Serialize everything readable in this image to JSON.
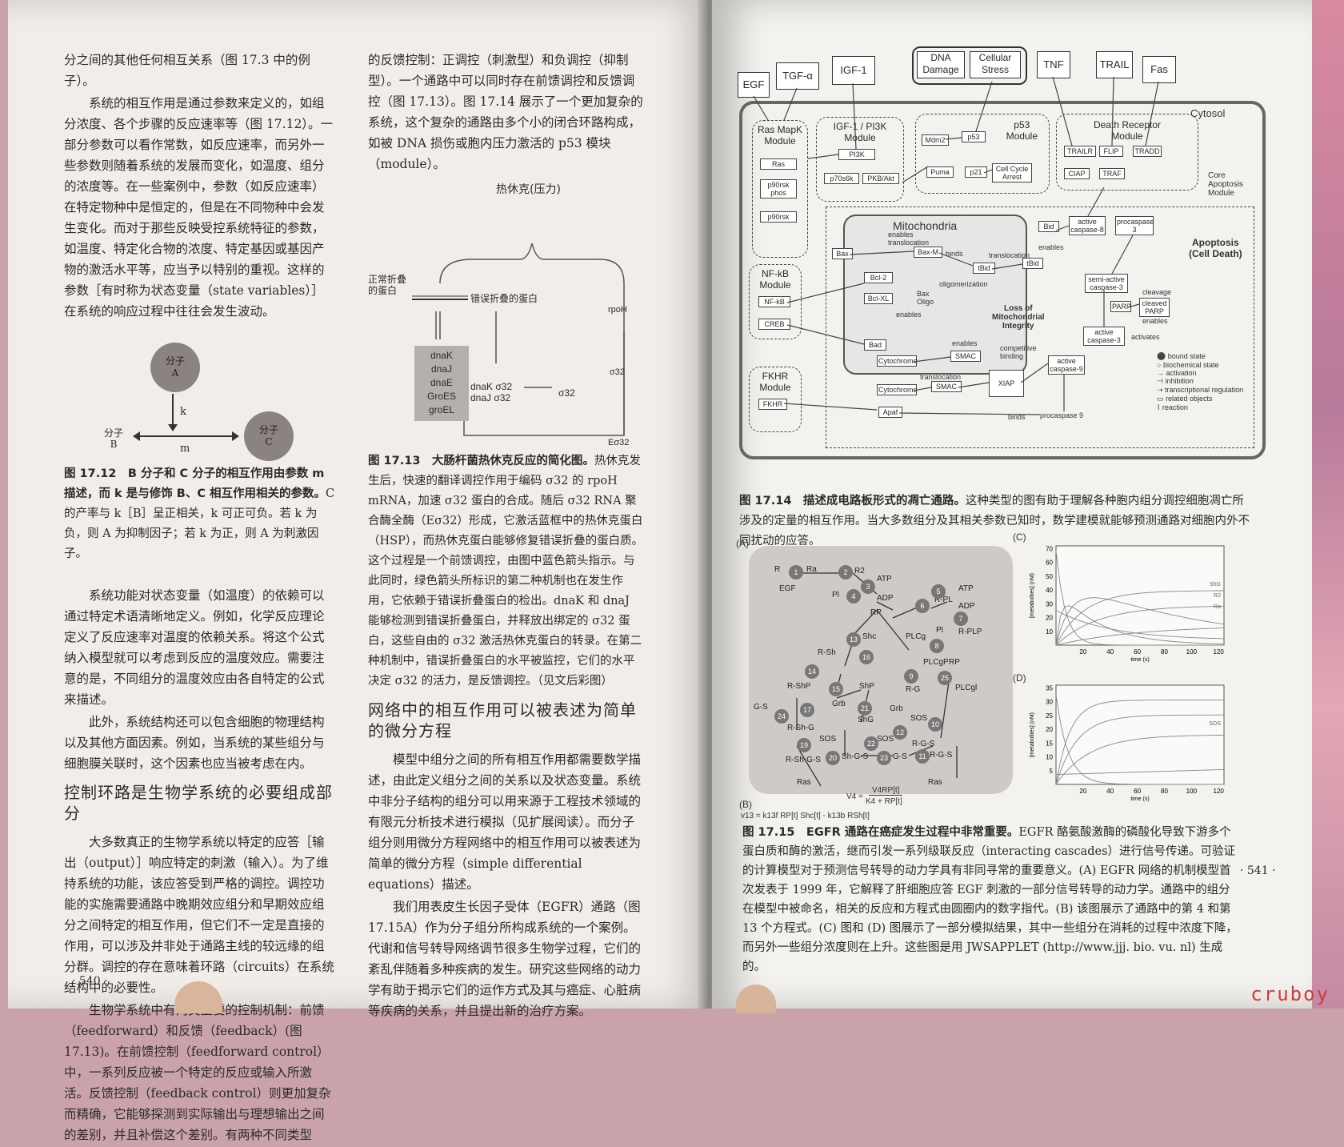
{
  "left_col1": {
    "paras": [
      "分之间的其他任何相互关系（图 17.3 中的例子）。",
      "系统的相互作用是通过参数来定义的，如组分浓度、各个步骤的反应速率等（图 17.12）。一部分参数可以看作常数，如反应速率，而另外一些参数则随着系统的发展而变化，如温度、组分的浓度等。在一些案例中，参数（如反应速率）在特定物种中是恒定的，但是在不同物种中会发生变化。而对于那些反映受控系统特征的参数，如温度、特定化合物的浓度、特定基因或基因产物的激活水平等，应当予以特别的重视。这样的参数［有时称为状态变量（state variables）］在系统的响应过程中往往会发生波动。"
    ],
    "fig12": {
      "mol_a": "分子\nA",
      "mol_b": "分子\nB",
      "mol_c": "分子\nC",
      "k": "k",
      "m": "m",
      "caption_head": "图 17.12　B 分子和 C 分子的相互作用由参数 m 描述，而 k 是与修饰 B、C 相互作用相关的参数。",
      "caption_body": "C 的产率与 k［B］呈正相关，k 可正可负。若 k 为负，则 A 为抑制因子；若 k 为正，则 A 为刺激因子。"
    },
    "paras2": [
      "系统功能对状态变量（如温度）的依赖可以通过特定术语清晰地定义。例如，化学反应理论定义了反应速率对温度的依赖关系。将这个公式纳入模型就可以考虑到反应的温度效应。需要注意的是，不同组分的温度效应由各自特定的公式来描述。",
      "此外，系统结构还可以包含细胞的物理结构以及其他方面因素。例如，当系统的某些组分与细胞膜关联时，这个因素也应当被考虑在内。"
    ],
    "heading": "控制环路是生物学系统的必要组成部分",
    "paras3": [
      "大多数真正的生物学系统以特定的应答［输出（output）］响应特定的刺激（输入）。为了维持系统的功能，该应答受到严格的调控。调控功能的实施需要通路中晚期效应组分和早期效应组分之间特定的相互作用，但它们不一定是直接的作用，可以涉及并非处于通路主线的较远缘的组分群。调控的存在意味着环路（circuits）在系统结构中的必要性。",
      "生物学系统中有两类主要的控制机制：前馈（feedforward）和反馈（feedback）(图 17.13)。在前馈控制（feedforward control）中，一系列反应被一个特定的反应或输入所激活。反馈控制（feedback control）则更加复杂而精确，它能够探测到实际输出与理想输出之间的差别，并且补偿这个差别。有两种不同类型"
    ],
    "page_num": "· 540 ·"
  },
  "left_col2": {
    "paras": [
      "的反馈控制：正调控（刺激型）和负调控（抑制型）。一个通路中可以同时存在前馈调控和反馈调控（图 17.13）。图 17.14 展示了一个更加复杂的系统，这个复杂的通路由多个小的闭合环路构成，如被 DNA 损伤或胞内压力激活的 p53 模块（module）。"
    ],
    "fig13": {
      "top_label": "热休克(压力)",
      "normal": "正常折叠\n的蛋白",
      "misfold": "错误折叠的蛋白",
      "chaperones": [
        "dnaK",
        "dnaJ",
        "dnaE",
        "GroES",
        "groEL"
      ],
      "rpoH": "rpoH",
      "sigma1": "σ32",
      "dnak_sigma": "dnaK σ32\ndnaJ σ32",
      "sigma2": "σ32",
      "esigma": "Eσ32",
      "caption_head": "图 17.13　大肠杆菌热休克反应的简化图。",
      "caption_body": "热休克发生后，快速的翻译调控作用于编码 σ32 的 rpoH mRNA，加速 σ32 蛋白的合成。随后 σ32 RNA 聚合酶全酶（Eσ32）形成，它激活蓝框中的热休克蛋白（HSP），而热休克蛋白能够修复错误折叠的蛋白质。这个过程是一个前馈调控，由图中蓝色箭头指示。与此同时，绿色箭头所标识的第二种机制也在发生作用，它依赖于错误折叠蛋白的检出。dnaK 和 dnaJ 能够检测到错误折叠蛋白，并释放出绑定的 σ32 蛋白，这些自由的 σ32 激活热休克蛋白的转录。在第二种机制中，错误折叠蛋白的水平被监控，它们的水平决定 σ32 的活力，是反馈调控。（见文后彩图）"
    },
    "heading": "网络中的相互作用可以被表述为简单的微分方程",
    "paras2": [
      "模型中组分之间的所有相互作用都需要数学描述，由此定义组分之间的关系以及状态变量。系统中非分子结构的组分可以用来源于工程技术领域的有限元分析技术进行模拟（见扩展阅读）。而分子组分则用微分方程网络中的相互作用可以被表述为简单的微分方程（simple differential equations）描述。",
      "我们用表皮生长因子受体（EGFR）通路（图 17.15A）作为分子组分所构成系统的一个案例。代谢和信号转导网络调节很多生物学过程，它们的紊乱伴随着多种疾病的发生。研究这些网络的动力学有助于揭示它们的运作方式及其与癌症、心脏病等疾病的关系，并且提出新的治疗方案。"
    ]
  },
  "fig14": {
    "inputs": [
      "EGF",
      "TGF-α",
      "IGF-1",
      "DNA\nDamage",
      "Cellular\nStress",
      "TNF",
      "TRAIL",
      "Fas"
    ],
    "cytosol": "Cytosol",
    "modules": {
      "ras": "Ras MapK\nModule",
      "igf": "IGF-1 / PI3K\nModule",
      "p53": "p53\nModule",
      "death": "Death Receptor\nModule",
      "nfkb": "NF-kB\nModule",
      "fkhr": "FKHR\nModule",
      "core": "Core\nApoptosis\nModule",
      "mito": "Mitochondria"
    },
    "nodes": [
      "Ras",
      "p90rsk\nphos",
      "p90rsk",
      "PI3K",
      "p70s6k",
      "PKB/Akt",
      "Mdm2",
      "p53",
      "Puma",
      "p21",
      "Cell Cycle\nArrest",
      "TRAILR",
      "FLIP",
      "TRADD",
      "CIAP",
      "TRAF",
      "Bid",
      "active\ncaspase-8",
      "procaspase\n3",
      "Bax",
      "Bax-M",
      "Bcl-2",
      "Bcl-XL",
      "Bax\nOligo",
      "tBid",
      "tBid",
      "NF-kB",
      "CREB",
      "Bad",
      "Cytochrome",
      "SMAC",
      "Cytochrome",
      "SMAC",
      "XIAP",
      "Apaf",
      "active\ncaspase-9",
      "procaspase 9",
      "semi-active\ncaspase-3",
      "PARP",
      "cleaved\nPARP",
      "active\ncaspase-3",
      "FKHR"
    ],
    "edge_labels": [
      "enables",
      "translocation",
      "binds",
      "oligomerization",
      "translocation",
      "enables",
      "enables",
      "Loss of\nMitochondrial\nIntegrity",
      "enables",
      "competitive\nbinding",
      "translocation",
      "cleavage",
      "enables",
      "activates",
      "binds"
    ],
    "apoptosis": "Apoptosis\n(Cell Death)",
    "legend": [
      "bound state",
      "biochemical state",
      "activation",
      "inhibition",
      "transcriptional regulation",
      "related objects",
      "reaction"
    ],
    "caption_head": "图 17.14　描述成电路板形式的凋亡通路。",
    "caption_body": "这种类型的图有助于理解各种胞内组分调控细胞凋亡所涉及的定量的相互作用。当大多数组分及其相关参数已知时，数学建模就能够预测通路对细胞内外不同扰动的应答。"
  },
  "fig15": {
    "panel_a": "(A)",
    "panel_b": "(B)",
    "panel_c": "(C)",
    "panel_d": "(D)",
    "nodes": [
      {
        "id": "1",
        "label": "R"
      },
      {
        "id": "2",
        "label": "R2"
      },
      {
        "id": "3",
        "label": ""
      },
      {
        "id": "4",
        "label": "Pl"
      },
      {
        "id": "5",
        "label": "R-PL"
      },
      {
        "id": "6",
        "label": ""
      },
      {
        "id": "7",
        "label": "R-PLP"
      },
      {
        "id": "8",
        "label": "Pl"
      },
      {
        "id": "9",
        "label": "R-G"
      },
      {
        "id": "10",
        "label": ""
      },
      {
        "id": "11",
        "label": "R-G-S"
      },
      {
        "id": "12",
        "label": "Grb"
      },
      {
        "id": "13",
        "label": "Shc"
      },
      {
        "id": "14",
        "label": "R-ShP"
      },
      {
        "id": "15",
        "label": "ShP"
      },
      {
        "id": "16",
        "label": "R-Sh"
      },
      {
        "id": "17",
        "label": "Grb"
      },
      {
        "id": "18",
        "label": "R-Sh-G"
      },
      {
        "id": "19",
        "label": "R-Sh-G-S"
      },
      {
        "id": "20",
        "label": "Sh-G-S"
      },
      {
        "id": "21",
        "label": "ShG"
      },
      {
        "id": "22",
        "label": "SOS"
      },
      {
        "id": "23",
        "label": "G-S"
      },
      {
        "id": "24",
        "label": "G-S"
      },
      {
        "id": "25",
        "label": "PLCgl"
      }
    ],
    "labels": [
      "EGF",
      "Ra",
      "ATP",
      "ADP",
      "RP",
      "PLCg",
      "PLCgP",
      "ATP",
      "ADP",
      "SOS",
      "RP",
      "Ras",
      "Ras"
    ],
    "eq1": "v13 = k13f RP[t] Shc[t] - k13b RSh[t]",
    "eq2_lhs": "V4 =",
    "eq2_num": "V4RP[t]",
    "eq2_den": "K4 + RP[t]",
    "chart_c": {
      "type": "line",
      "xlabel": "time (s)",
      "ylabel": "[metabolites] (nM)",
      "x_ticks": [
        "20",
        "40",
        "60",
        "80",
        "100",
        "120"
      ],
      "y_ticks": [
        "10",
        "20",
        "30",
        "40",
        "50",
        "60",
        "70"
      ],
      "series_labels": [
        "ShG",
        "R2",
        "Ra"
      ]
    },
    "chart_d": {
      "type": "line",
      "xlabel": "time (s)",
      "ylabel": "[metabolites] (nM)",
      "x_ticks": [
        "20",
        "40",
        "60",
        "80",
        "100",
        "120"
      ],
      "y_ticks": [
        "5",
        "10",
        "15",
        "20",
        "25",
        "30",
        "35"
      ],
      "series_labels": [
        "SOS"
      ]
    },
    "caption_head": "图 17.15　EGFR 通路在癌症发生过程中非常重要。",
    "caption_body": "EGFR 酪氨酸激酶的磷酸化导致下游多个蛋白质和酶的激活，继而引发一系列级联反应（interacting cascades）进行信号传递。可验证的计算模型对于预测信号转导的动力学具有非同寻常的重要意义。(A) EGFR 网络的机制模型首次发表于 1999 年，它解释了肝细胞应答 EGF 刺激的一部分信号转导的动力学。通路中的组分在模型中被命名，相关的反应和方程式由圆圈内的数字指代。(B) 该图展示了通路中的第 4 和第 13 个方程式。(C) 图和 (D) 图展示了一部分模拟结果，其中一些组分在消耗的过程中浓度下降，而另外一些组分浓度则在上升。这些图是用 JWSAPPLET (http://www.jjj. bio. vu. nl) 生成的。",
    "page_num": "· 541 ·"
  },
  "watermark": "cruboy",
  "colors": {
    "paper": "#f1eeea",
    "ink": "#2a2a2a",
    "node_gray": "#777777",
    "watermark": "#d13a3a"
  }
}
